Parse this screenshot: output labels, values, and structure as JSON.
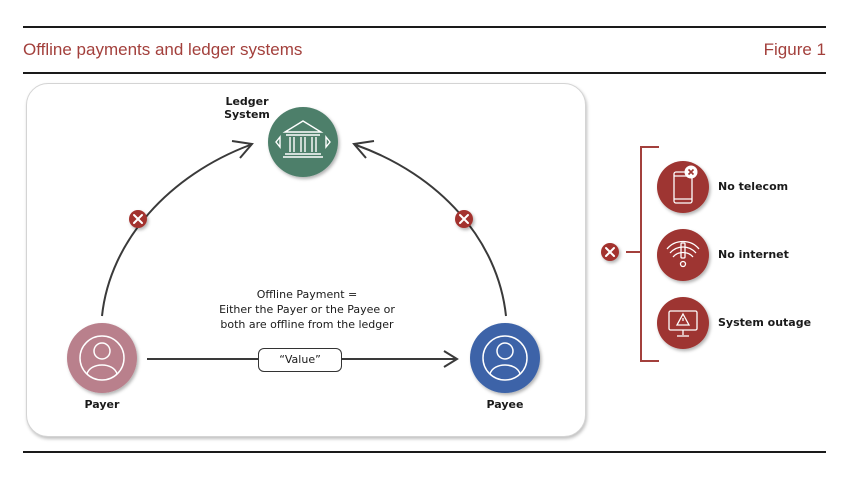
{
  "figure": {
    "title": "Offline payments and ledger systems",
    "number": "Figure 1"
  },
  "nodes": {
    "ledger": {
      "label": "Ledger System",
      "label_line1": "Ledger",
      "label_line2": "System",
      "color": "#4e7f6b",
      "icon": "bank-icon"
    },
    "payer": {
      "label": "Payer",
      "color": "#b9808c",
      "icon": "user-icon"
    },
    "payee": {
      "label": "Payee",
      "color": "#3d64a8",
      "icon": "user-icon"
    }
  },
  "description": {
    "line1": "Offline Payment =",
    "line2": "Either the Payer or the Payee or",
    "line3": "both are offline from the ledger"
  },
  "transfer": {
    "label": "“Value”"
  },
  "blocked_marker": {
    "icon": "x-icon",
    "color": "#a3322f"
  },
  "reasons": [
    {
      "label": "No telecom",
      "icon": "phone-off-icon"
    },
    {
      "label": "No internet",
      "icon": "wifi-off-icon"
    },
    {
      "label": "System outage",
      "icon": "monitor-warning-icon"
    }
  ],
  "colors": {
    "accent": "#a3403c",
    "reason_circle": "#9e3530",
    "line": "#3a3a3a"
  }
}
